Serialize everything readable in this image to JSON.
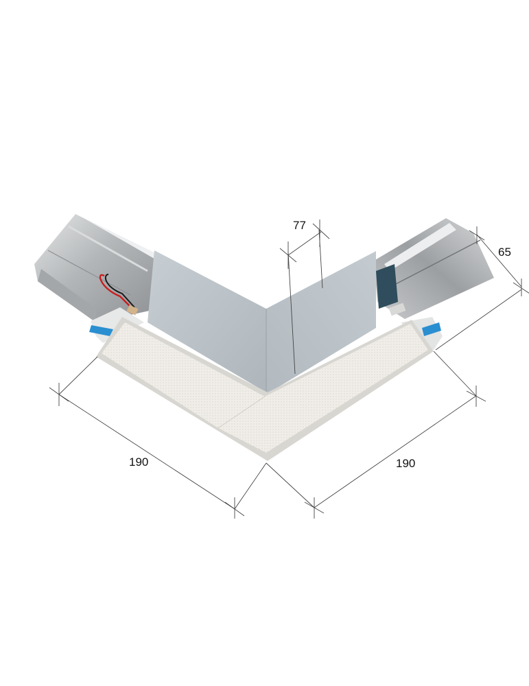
{
  "drawing": {
    "subject": "L-shaped corner connector for recessed linear LED luminaire",
    "background": "#ffffff",
    "colors": {
      "housing_aluminium": "#b9bcbe",
      "reflector_panel": "#bcc4ca",
      "diffuser": "#efece6",
      "frame_edge": "#d6d4cf",
      "accent_blue": "#2a8fd0",
      "wire_red": "#c81e1e",
      "wire_black": "#1a1a1a",
      "dimension_line": "#444444"
    }
  },
  "dimensions": {
    "depth_top": {
      "value": "77",
      "label": "77"
    },
    "height_right": {
      "value": "65",
      "label": "65"
    },
    "length_left": {
      "value": "190",
      "label": "190"
    },
    "length_right": {
      "value": "190",
      "label": "190"
    }
  }
}
